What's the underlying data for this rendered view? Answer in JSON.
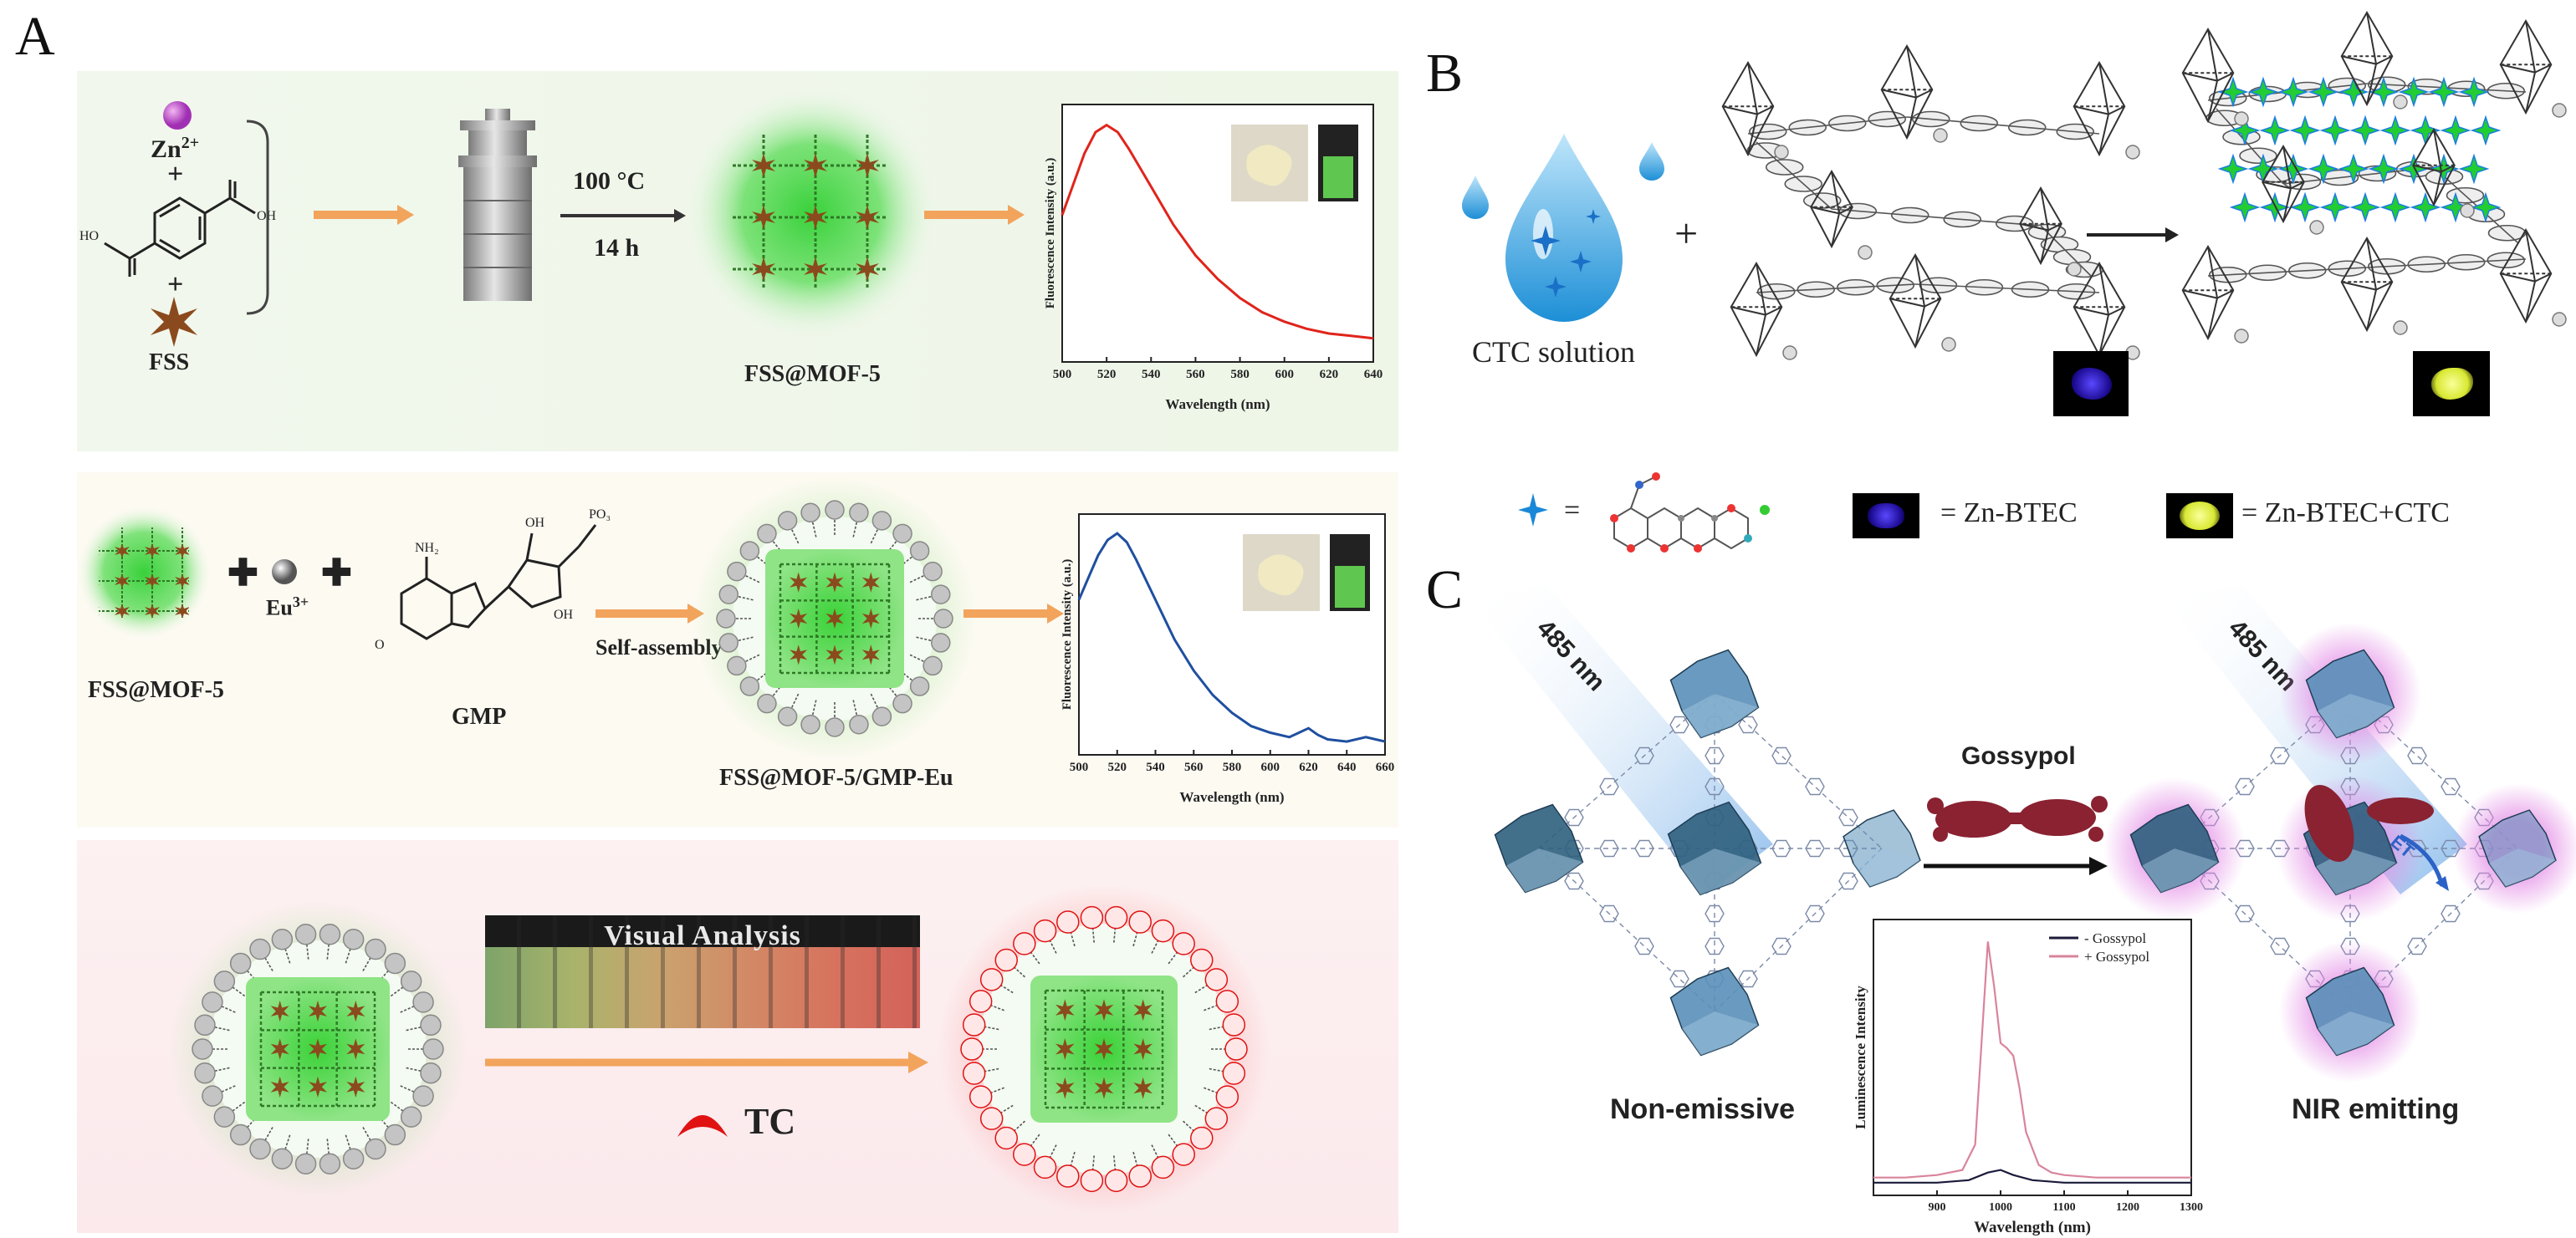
{
  "panels": {
    "A": {
      "letter": "A",
      "row1": {
        "zn_label": "Zn",
        "zn_charge": "2+",
        "plus": "+",
        "fss_label": "FSS",
        "condition_temp": "100 °C",
        "condition_time": "14 h",
        "product_label": "FSS@MOF-5"
      },
      "row2": {
        "reactant_label": "FSS@MOF-5",
        "eu_label": "Eu",
        "eu_charge": "3+",
        "gmp_label": "GMP",
        "step_label": "Self-assembly",
        "product_label": "FSS@MOF-5/GMP-Eu"
      },
      "row3": {
        "strip_label": "Visual Analysis",
        "tc_label": "TC"
      }
    },
    "B": {
      "letter": "B",
      "solution_label": "CTC solution",
      "legend_eq1": "=",
      "legend_zn": "= Zn-BTEC",
      "legend_zn_ctc": "= Zn-BTEC+CTC",
      "colors": {
        "zn_btec": "#2a1cc0",
        "zn_btec_ctc": "#e9f542",
        "ctc_marker": "#22cc33"
      }
    },
    "C": {
      "letter": "C",
      "excitation_left": "485 nm",
      "excitation_right": "485 nm",
      "analyte_label": "Gossypol",
      "et_label": "ET",
      "state_left": "Non-emissive",
      "state_right": "NIR emitting"
    }
  },
  "chart_data": [
    {
      "type": "line",
      "id": "A-row1-spectrum",
      "xlabel": "Wavelength (nm)",
      "ylabel": "Fluorescence Intensity (a.u.)",
      "xlim": [
        500,
        640
      ],
      "xticks": [
        500,
        520,
        540,
        560,
        580,
        600,
        620,
        640
      ],
      "series": [
        {
          "color": "#e0241b",
          "x": [
            500,
            505,
            510,
            515,
            520,
            525,
            530,
            540,
            550,
            560,
            570,
            580,
            590,
            600,
            610,
            620,
            630,
            640
          ],
          "y": [
            0.62,
            0.75,
            0.88,
            0.97,
            1.0,
            0.97,
            0.9,
            0.74,
            0.58,
            0.45,
            0.35,
            0.27,
            0.21,
            0.17,
            0.14,
            0.12,
            0.11,
            0.1
          ]
        }
      ]
    },
    {
      "type": "line",
      "id": "A-row2-spectrum",
      "xlabel": "Wavelength (nm)",
      "ylabel": "Fluorescence Intensity (a.u.)",
      "xlim": [
        500,
        660
      ],
      "xticks": [
        500,
        520,
        540,
        560,
        580,
        600,
        620,
        640,
        660
      ],
      "series": [
        {
          "color": "#1f4fa0",
          "x": [
            500,
            505,
            510,
            515,
            520,
            525,
            530,
            540,
            550,
            560,
            570,
            580,
            590,
            600,
            610,
            615,
            620,
            625,
            630,
            640,
            650,
            660
          ],
          "y": [
            0.7,
            0.8,
            0.9,
            0.97,
            1.0,
            0.96,
            0.88,
            0.7,
            0.52,
            0.38,
            0.27,
            0.19,
            0.13,
            0.1,
            0.08,
            0.1,
            0.12,
            0.09,
            0.07,
            0.06,
            0.08,
            0.06
          ]
        }
      ]
    },
    {
      "type": "line",
      "id": "C-luminescence",
      "xlabel": "Wavelength (nm)",
      "ylabel": "Luminescence Intensity",
      "xlim": [
        800,
        1300
      ],
      "xticks": [
        900,
        1000,
        1100,
        1200,
        1300
      ],
      "legend": "top-right",
      "series": [
        {
          "name": "- Gossypol",
          "color": "#1a1a3a",
          "x": [
            800,
            850,
            900,
            950,
            980,
            1000,
            1020,
            1050,
            1100,
            1150,
            1200,
            1250,
            1300
          ],
          "y": [
            0.05,
            0.05,
            0.05,
            0.06,
            0.09,
            0.1,
            0.08,
            0.06,
            0.05,
            0.05,
            0.05,
            0.05,
            0.05
          ]
        },
        {
          "name": "+ Gossypol",
          "color": "#d9849c",
          "x": [
            800,
            850,
            900,
            940,
            960,
            970,
            980,
            990,
            1000,
            1010,
            1020,
            1030,
            1040,
            1060,
            1080,
            1100,
            1150,
            1200,
            1250,
            1300
          ],
          "y": [
            0.07,
            0.07,
            0.08,
            0.1,
            0.2,
            0.6,
            1.0,
            0.82,
            0.6,
            0.58,
            0.55,
            0.42,
            0.25,
            0.12,
            0.09,
            0.08,
            0.07,
            0.07,
            0.07,
            0.07
          ]
        }
      ]
    }
  ]
}
